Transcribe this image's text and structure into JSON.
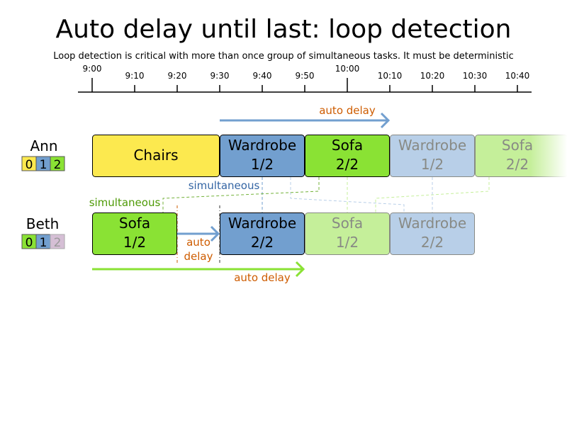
{
  "title": "Auto delay until last: loop detection",
  "subtitle": "Loop detection is critical with more than once group of simultaneous tasks. It must be deterministic",
  "timeline": [
    "9:00",
    "9:10",
    "9:20",
    "9:30",
    "9:40",
    "9:50",
    "10:00",
    "10:10",
    "10:20",
    "10:30",
    "10:40"
  ],
  "colors": {
    "chairs": "#fce94f",
    "wardrobe": "#729fcf",
    "sofa": "#8ae234",
    "wardrobe_faded": "#b8cfe8",
    "sofa_faded": "#c5ef9a",
    "auto_delay": "#ce5c00",
    "simultaneous_blue": "#3465a4",
    "simultaneous_green": "#4e9a06"
  },
  "people": {
    "ann": {
      "name": "Ann",
      "legend": [
        "0",
        "1",
        "2"
      ]
    },
    "beth": {
      "name": "Beth",
      "legend": [
        "0",
        "1",
        "2"
      ]
    }
  },
  "tasks": {
    "ann_chairs": {
      "name": "Chairs"
    },
    "ann_wardrobe": {
      "name": "Wardrobe",
      "part": "1/2"
    },
    "ann_sofa": {
      "name": "Sofa",
      "part": "2/2"
    },
    "ann_wardrobe_f": {
      "name": "Wardrobe",
      "part": "1/2"
    },
    "ann_sofa_f": {
      "name": "Sofa",
      "part": "2/2"
    },
    "beth_sofa": {
      "name": "Sofa",
      "part": "1/2"
    },
    "beth_wardrobe": {
      "name": "Wardrobe",
      "part": "2/2"
    },
    "beth_sofa_f": {
      "name": "Sofa",
      "part": "1/2"
    },
    "beth_wardrobe_f": {
      "name": "Wardrobe",
      "part": "2/2"
    }
  },
  "annotations": {
    "auto_delay_top": "auto delay",
    "auto_delay_bottom": "auto delay",
    "auto_mid_1": "auto",
    "auto_mid_2": "delay",
    "simultaneous_blue": "simultaneous",
    "simultaneous_green": "simultaneous"
  }
}
